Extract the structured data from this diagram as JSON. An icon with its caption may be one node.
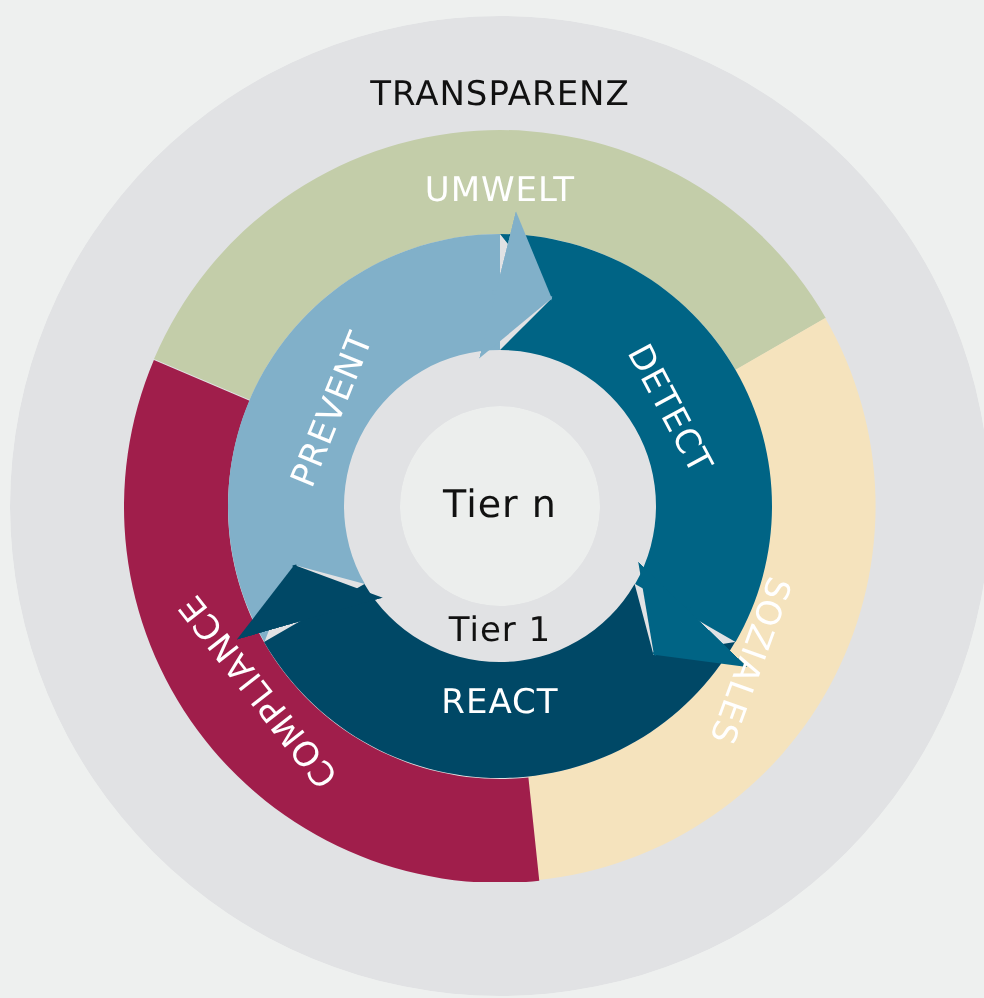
{
  "diagram": {
    "nodes": [
      {
        "text": [
          "TRANSPARENZ"
        ]
      },
      {
        "text": [
          "UMWELT"
        ],
        "in": 0
      },
      {
        "text": [
          "SOZIALES"
        ],
        "in": 0
      },
      {
        "text": [
          "COMPLIANCE"
        ],
        "in": 0
      },
      {
        "text": [
          "PREVENT"
        ],
        "in": 0
      },
      {
        "text": [
          "DETECT"
        ],
        "in": 0
      },
      {
        "text": [
          "REACT"
        ],
        "in": 0
      },
      {
        "text": [
          "Tier n"
        ],
        "in": 0
      }
    ],
    "edges": [
      {
        "from": 4,
        "to": 5,
        "arrow": "to",
        "color": "#81b0c9"
      },
      {
        "from": 5,
        "to": 6,
        "arrow": "to",
        "color": "#006485"
      },
      {
        "from": 6,
        "to": 4,
        "arrow": "to",
        "color": "#004866"
      }
    ],
    "labels": [
      "Tier 1"
    ]
  }
}
